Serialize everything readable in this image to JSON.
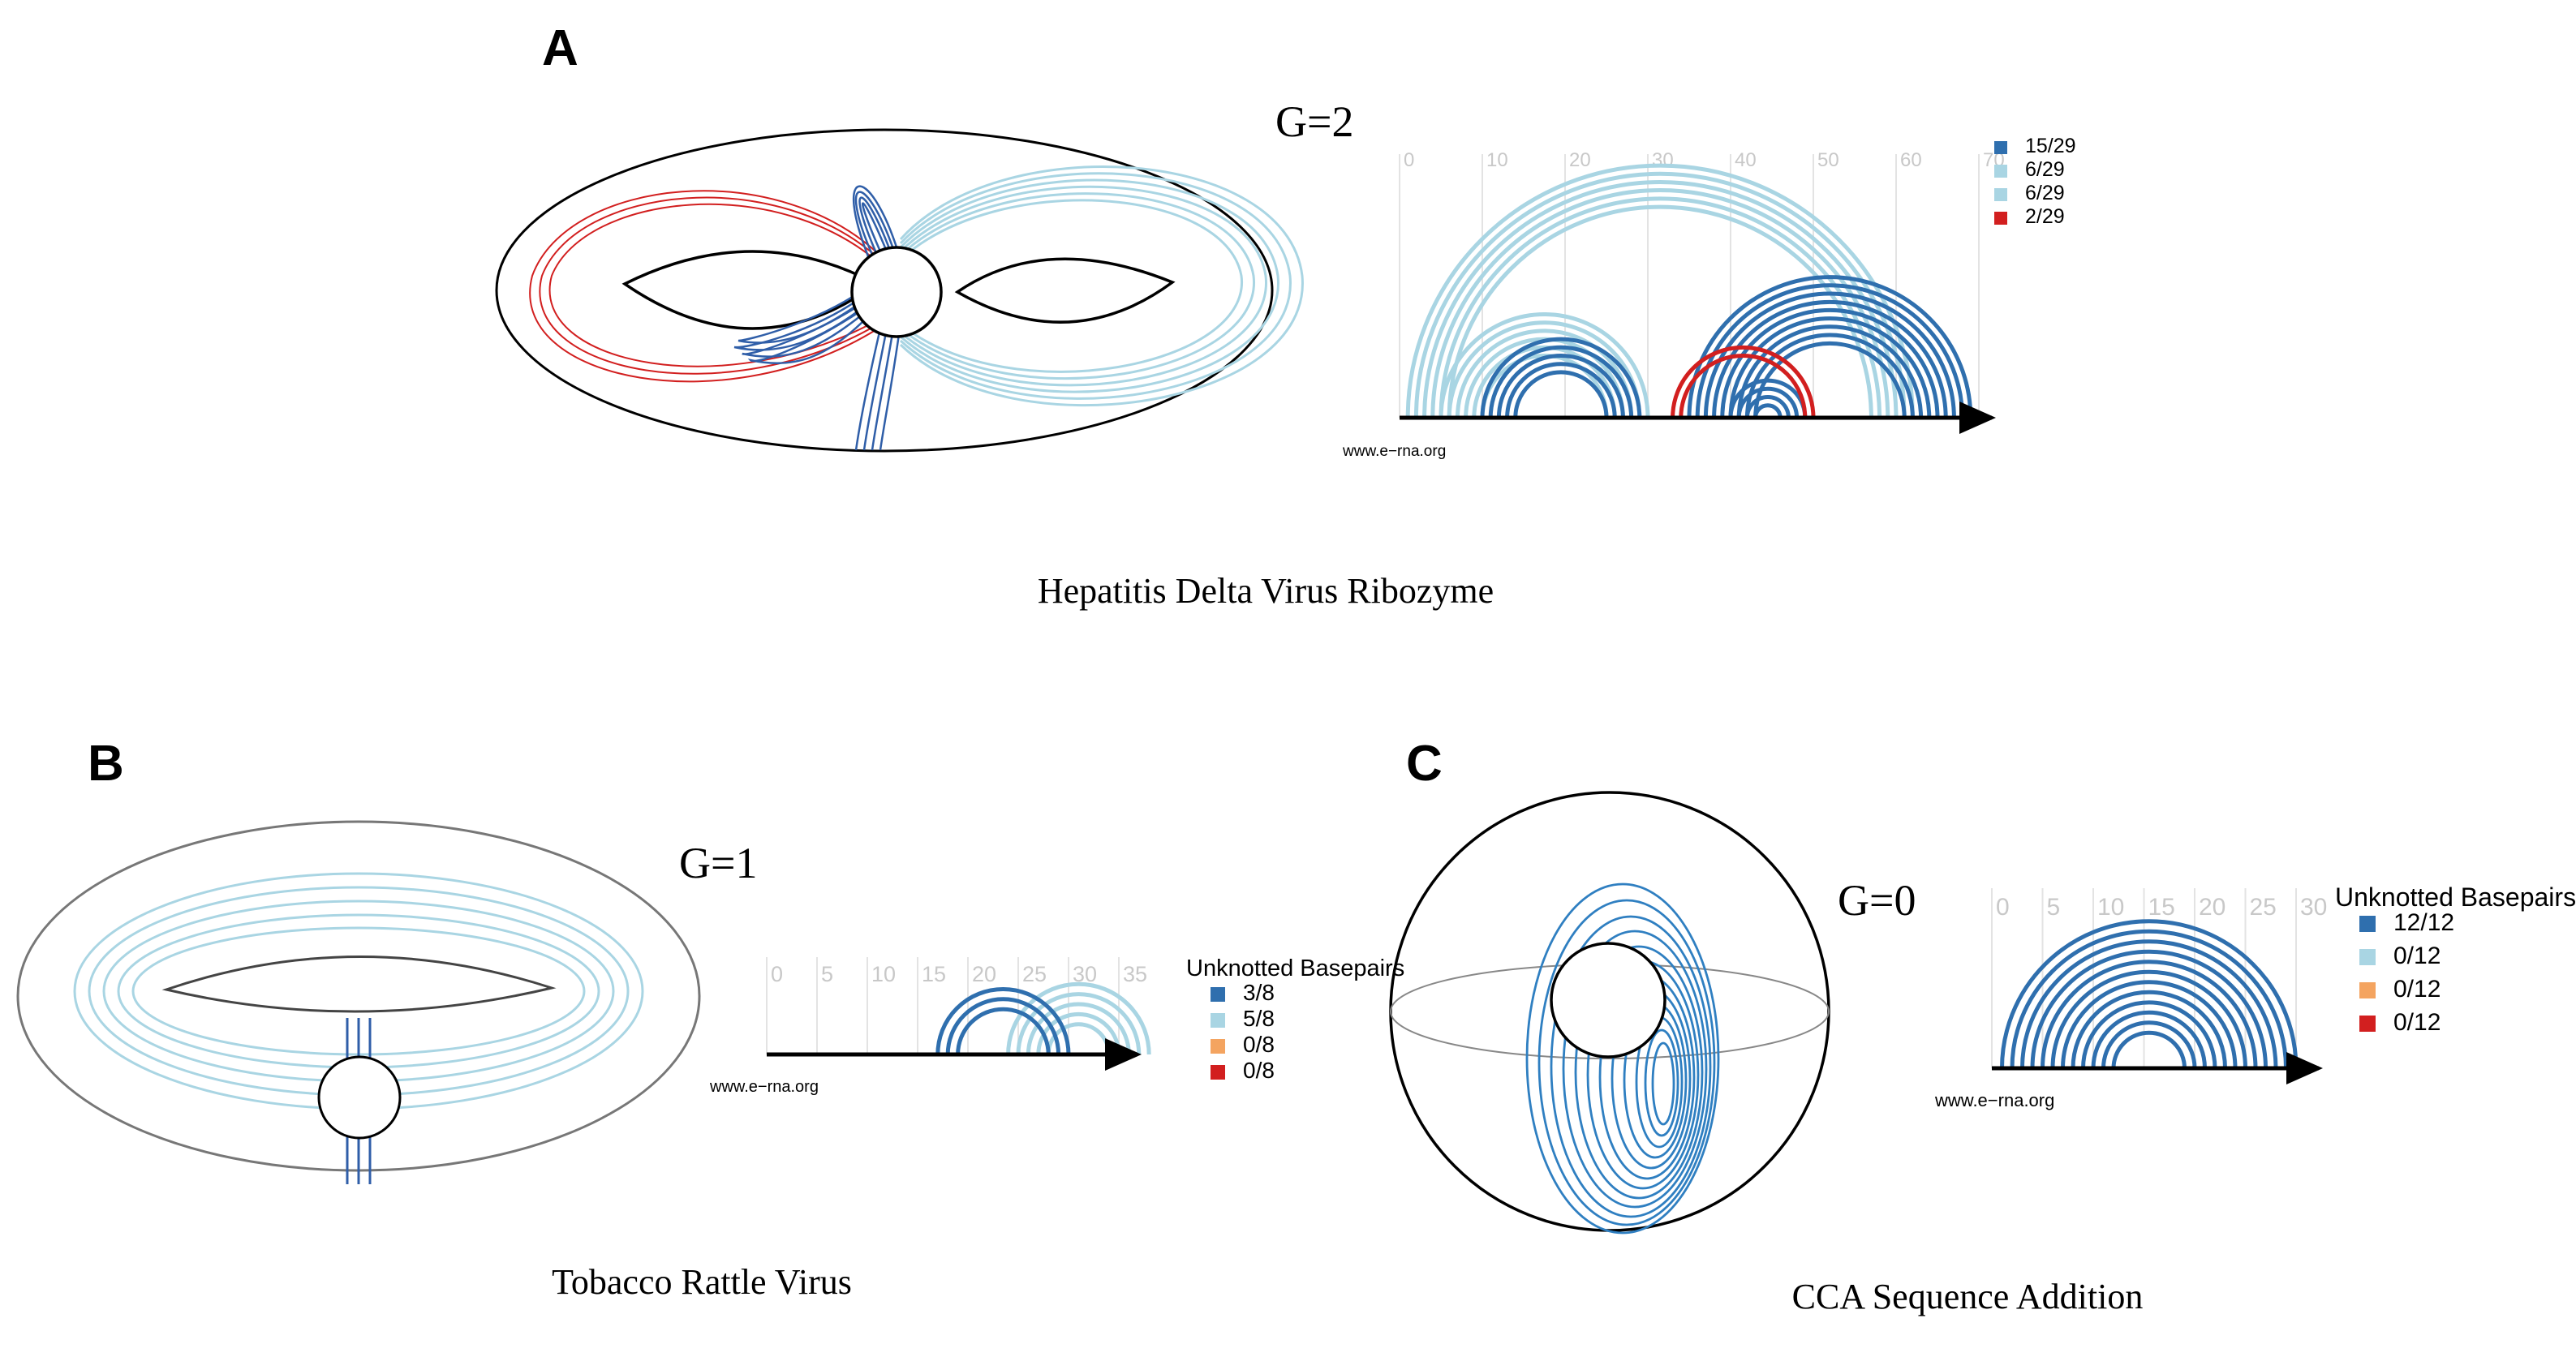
{
  "colors": {
    "dark_blue": "#2f6fae",
    "light_blue": "#a9d5e3",
    "orange": "#f4a460",
    "red": "#d21f1f",
    "surface_outline": "#000000"
  },
  "panels": [
    {
      "letter": "A",
      "genus_label": "G=2",
      "caption": "Hepatitis Delta Virus Ribozyme",
      "axis_ticks": [
        "0",
        "10",
        "20",
        "30",
        "40",
        "50",
        "60",
        "70"
      ],
      "legend": {
        "title": "",
        "entries": [
          {
            "label": "15/29",
            "color": "#2f6fae"
          },
          {
            "label": "6/29",
            "color": "#a9d5e3"
          },
          {
            "label": "6/29",
            "color": "#a9d5e3"
          },
          {
            "label": "2/29",
            "color": "#d21f1f"
          }
        ]
      },
      "credit": "www.e−rna.org"
    },
    {
      "letter": "B",
      "genus_label": "G=1",
      "caption": "Tobacco Rattle Virus",
      "axis_ticks": [
        "0",
        "5",
        "10",
        "15",
        "20",
        "25",
        "30",
        "35"
      ],
      "legend": {
        "title": "Unknotted Basepairs",
        "entries": [
          {
            "label": "3/8",
            "color": "#2f6fae"
          },
          {
            "label": "5/8",
            "color": "#a9d5e3"
          },
          {
            "label": "0/8",
            "color": "#f4a460"
          },
          {
            "label": "0/8",
            "color": "#d21f1f"
          }
        ]
      },
      "credit": "www.e−rna.org"
    },
    {
      "letter": "C",
      "genus_label": "G=0",
      "caption": "CCA Sequence Addition",
      "axis_ticks": [
        "0",
        "5",
        "10",
        "15",
        "20",
        "25",
        "30"
      ],
      "legend": {
        "title": "Unknotted Basepairs",
        "entries": [
          {
            "label": "12/12",
            "color": "#2f6fae"
          },
          {
            "label": "0/12",
            "color": "#a9d5e3"
          },
          {
            "label": "0/12",
            "color": "#f4a460"
          },
          {
            "label": "0/12",
            "color": "#d21f1f"
          }
        ]
      },
      "credit": "www.e−rna.org"
    }
  ]
}
